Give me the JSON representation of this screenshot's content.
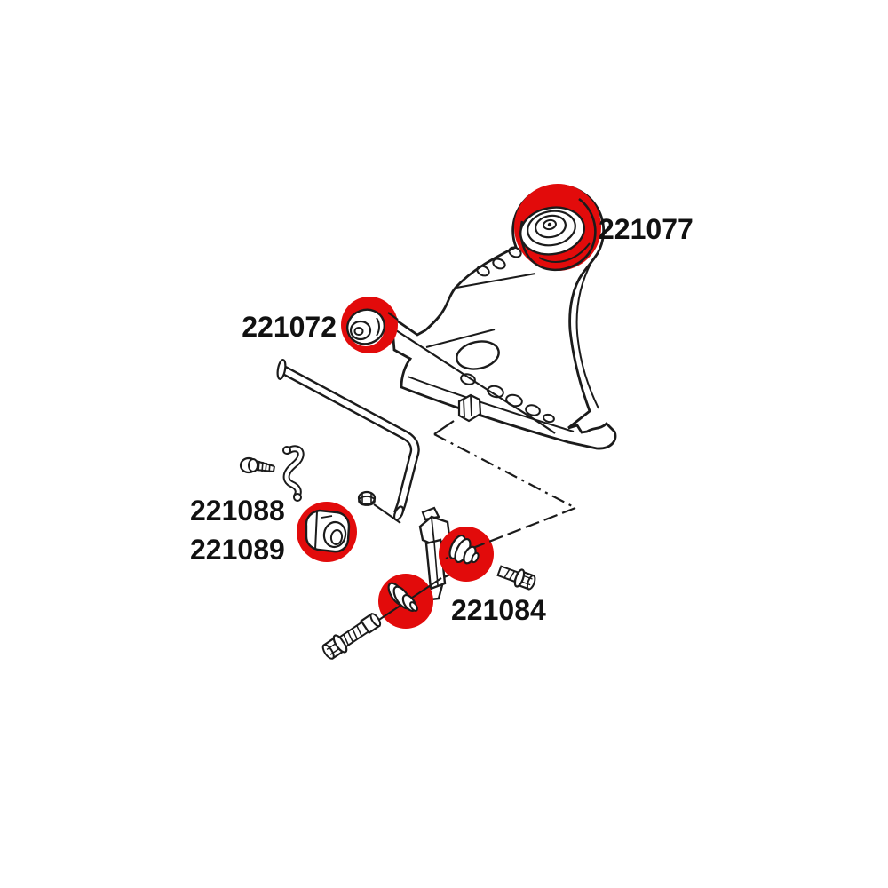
{
  "labels": {
    "p221077": "221077",
    "p221072": "221072",
    "p221088": "221088",
    "p221089": "221089",
    "p221084": "221084"
  },
  "colors": {
    "highlight": "#e20b0b",
    "line": "#1b1b1b",
    "background": "#ffffff",
    "label_text": "#111111"
  }
}
